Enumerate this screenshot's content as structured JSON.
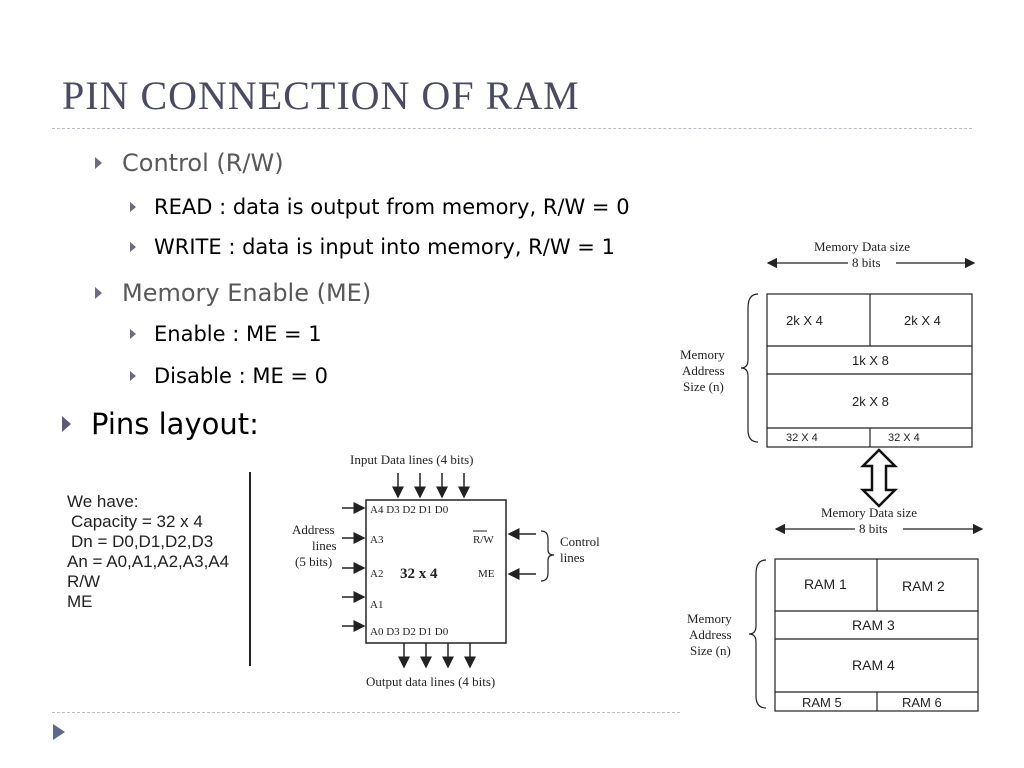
{
  "slide": {
    "title": "PIN CONNECTION OF RAM",
    "bullets": [
      {
        "level": 1,
        "text": "Control (R/W)"
      },
      {
        "level": 2,
        "text": "READ : data is output from memory, R/W = 0"
      },
      {
        "level": 2,
        "text": "WRITE : data is input into memory, R/W = 1"
      },
      {
        "level": 1,
        "text": "Memory Enable (ME)"
      },
      {
        "level": 2,
        "text": "Enable : ME = 1"
      },
      {
        "level": 2,
        "text": "Disable : ME = 0"
      },
      {
        "level": 0,
        "text": "Pins layout:"
      }
    ]
  },
  "we_have": {
    "heading": "We have:",
    "capacity": "Capacity  = 32 x 4",
    "dn": "Dn  = D0,D1,D2,D3",
    "an": "An   = A0,A1,A2,A3,A4",
    "rw": "R/W",
    "me": "ME"
  },
  "chip": {
    "label": "32 x 4",
    "input_label": "Input Data  lines  (4 bits)",
    "output_label": "Output data lines (4 bits)",
    "address_label_1": "Address",
    "address_label_2": "lines",
    "address_label_3": "(5 bits)",
    "control_label_1": "Control",
    "control_label_2": "lines",
    "top_pins": "A4  D3  D2  D1  D0",
    "bottom_pins": "A0   D3  D2  D1  D0",
    "a3": "A3",
    "a2": "A2",
    "a1": "A1",
    "rw": "R/W",
    "me": "ME"
  },
  "mem_top": {
    "size_label": "Memory Data size",
    "bits_label": "8 bits",
    "addr_1": "Memory",
    "addr_2": "Address",
    "addr_3": "Size (n)",
    "cells": [
      "2k X 4",
      "2k X 4",
      "1k X 8",
      "2k X 8",
      "32 X 4",
      "32 X 4"
    ]
  },
  "mem_bottom": {
    "size_label": "Memory Data size",
    "bits_label": "8 bits",
    "addr_1": "Memory",
    "addr_2": "Address",
    "addr_3": "Size (n)",
    "cells": [
      "RAM 1",
      "RAM 2",
      "RAM 3",
      "RAM 4",
      "RAM 5",
      "RAM 6"
    ]
  },
  "colors": {
    "title": "#4a4a63",
    "bullet_arrow": "#6b6b82",
    "level1_text": "#595959",
    "divider": "#b9bcc4"
  }
}
